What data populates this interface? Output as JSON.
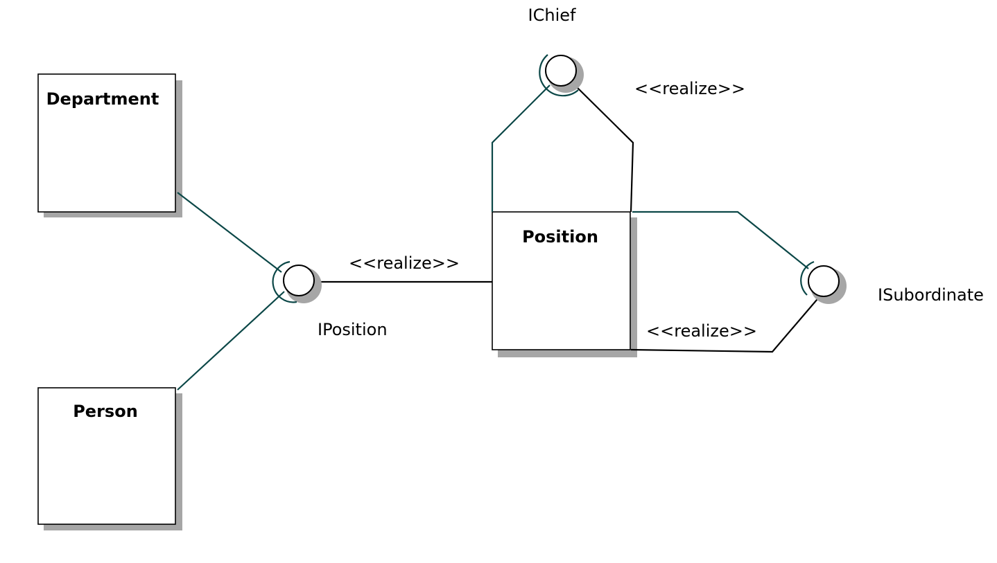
{
  "classes": {
    "department": {
      "name": "Department"
    },
    "person": {
      "name": "Person"
    },
    "position": {
      "name": "Position"
    }
  },
  "interfaces": {
    "iposition": {
      "name": "IPosition"
    },
    "ichief": {
      "name": "IChief"
    },
    "isubordinate": {
      "name": "ISubordinate"
    }
  },
  "stereotypes": {
    "position_iposition": "<<realize>>",
    "position_ichief": "<<realize>>",
    "position_isubordinate": "<<realize>>"
  },
  "colors": {
    "usage_line": "#0b4747",
    "realize_line": "#000000",
    "shadow": "#a6a6a6"
  }
}
